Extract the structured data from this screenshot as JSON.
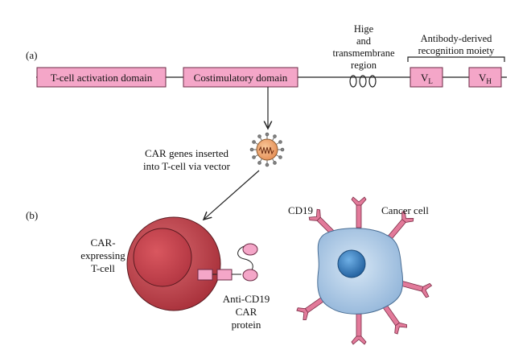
{
  "panel_a": {
    "label": "(a)",
    "domains": {
      "activation": "T-cell activation domain",
      "costimulatory": "Costimulatory domain",
      "hinge": [
        "Hige",
        "and",
        "transmembrane",
        "region"
      ],
      "recognition": [
        "Antibody-derived",
        "recognition moiety"
      ],
      "vl": {
        "main": "V",
        "sub": "L"
      },
      "vh": {
        "main": "V",
        "sub": "H"
      }
    }
  },
  "vector_caption": [
    "CAR genes inserted",
    "into T-cell via vector"
  ],
  "panel_b": {
    "label": "(b)",
    "tcell_label": [
      "CAR-",
      "expressing",
      "T-cell"
    ],
    "car_label": [
      "Anti-CD19",
      "CAR",
      "protein"
    ],
    "cd19_label": "CD19",
    "cancer_label": "Cancer cell"
  },
  "colors": {
    "domain_box": "#f4a6c8",
    "tcell": "#b83a44",
    "cancer_cell": "#a9c6e4",
    "nucleus": "#2f6fad",
    "virus": "#f2a76e"
  }
}
